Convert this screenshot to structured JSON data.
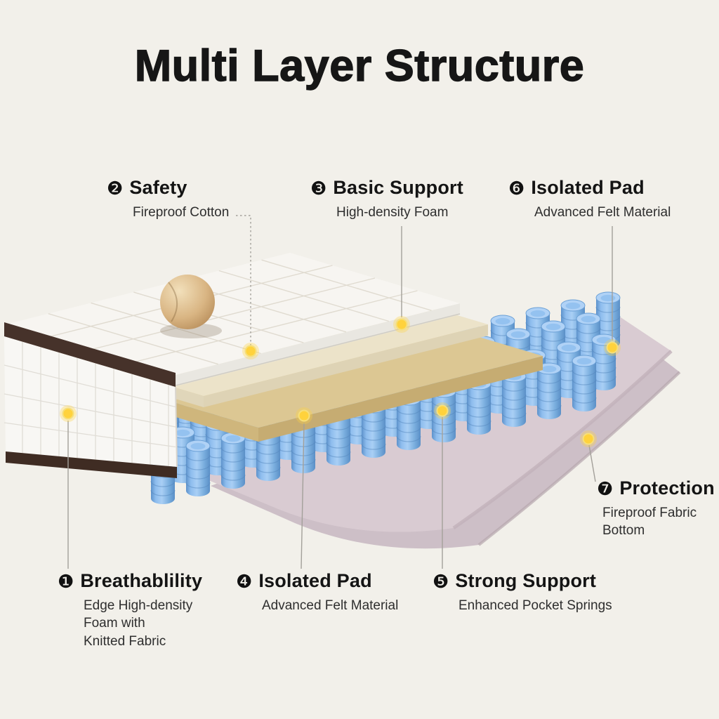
{
  "title": "Multi Layer Structure",
  "callouts": [
    {
      "num": "❶",
      "heading": "Breathablility",
      "desc": "Edge High-density\nFoam with\nKnitted Fabric"
    },
    {
      "num": "❷",
      "heading": "Safety",
      "desc": "Fireproof Cotton"
    },
    {
      "num": "❸",
      "heading": "Basic Support",
      "desc": "High-density Foam"
    },
    {
      "num": "❹",
      "heading": "Isolated Pad",
      "desc": "Advanced Felt Material"
    },
    {
      "num": "❺",
      "heading": "Strong Support",
      "desc": "Enhanced Pocket Springs"
    },
    {
      "num": "❻",
      "heading": "Isolated Pad",
      "desc": "Advanced Felt Material"
    },
    {
      "num": "❼",
      "heading": "Protection",
      "desc": "Fireproof Fabric\nBottom"
    }
  ],
  "colors": {
    "background": "#f2f0ea",
    "title_text": "#161616",
    "body_text": "#2e2e2e",
    "marker_yellow": "#ffd340",
    "spring_blue": "#7fb3e8",
    "quilt_white": "#f7f5f1",
    "foam_cream": "#ece3c9",
    "felt_tan": "#dcc793",
    "felt_pad_pink": "#d9cbd2",
    "fabric_bottom_pink": "#cdbfc7",
    "trim_brown": "#46322a",
    "wood_ball": "#d9b583"
  }
}
